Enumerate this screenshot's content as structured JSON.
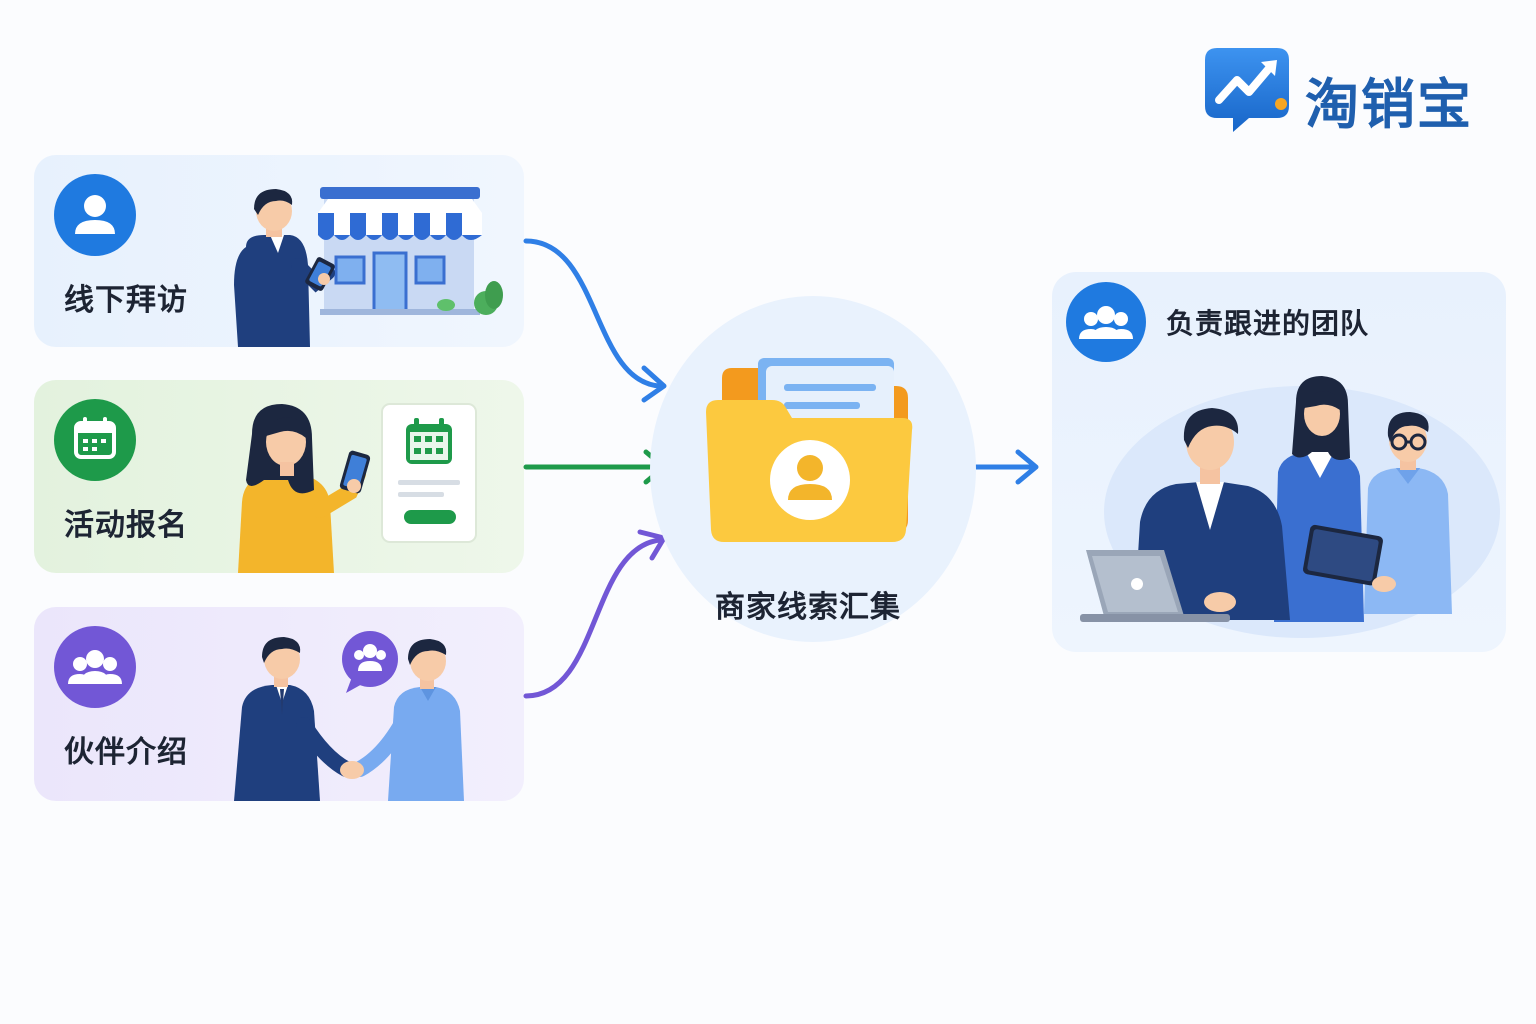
{
  "brand": {
    "name": "淘销宝",
    "color": "#1f73d8"
  },
  "sources": [
    {
      "label": "线下拜访",
      "icon": "person-icon",
      "color": "#1f7ae0"
    },
    {
      "label": "活动报名",
      "icon": "calendar-icon",
      "color": "#1e9a4a"
    },
    {
      "label": "伙伴介绍",
      "icon": "group-icon",
      "color": "#7257d6"
    }
  ],
  "hub": {
    "label": "商家线索汇集",
    "icon": "folder-user-icon"
  },
  "target": {
    "label": "负责跟进的团队",
    "icon": "team-icon"
  }
}
